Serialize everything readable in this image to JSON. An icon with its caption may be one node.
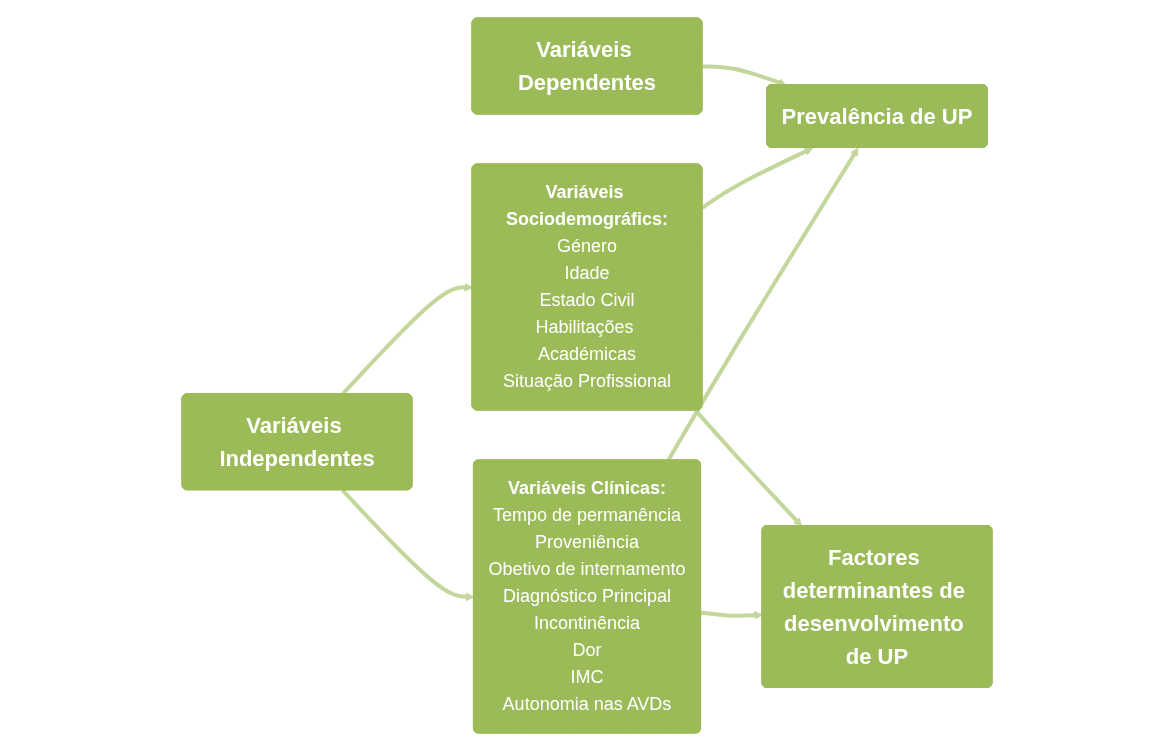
{
  "diagram": {
    "nodes": [
      {
        "text": [
          "Variáveis Sociodemográfics:",
          "Género",
          "Idade",
          "Estado Civil",
          "Habilitações Académicas",
          "Situação Profissional"
        ]
      },
      {
        "text": [
          "Variáveis Dependentes"
        ]
      },
      {
        "text": [
          "Prevalência de UP"
        ]
      },
      {
        "text": [
          "Factores determinantes de desenvolvimento de UP"
        ]
      },
      {
        "text": [
          "Variáveis Clínicas:",
          "Tempo de permanência",
          "Proveniência",
          "Obetivo de internamento",
          "Diagnóstico Principal",
          "Incontinência",
          "Dor",
          "IMC",
          "Autonomia nas AVDs"
        ]
      },
      {
        "text": [
          "Variáveis Independentes"
        ]
      }
    ],
    "edges": [
      {
        "from": 1,
        "to": 2,
        "arrow": "to"
      },
      {
        "from": 0,
        "to": 2,
        "arrow": "to"
      },
      {
        "from": 0,
        "to": 3,
        "arrow": "to"
      },
      {
        "from": 4,
        "to": 2,
        "arrow": "to"
      },
      {
        "from": 4,
        "to": 3,
        "arrow": "to"
      },
      {
        "from": 5,
        "to": 0,
        "arrow": "to"
      },
      {
        "from": 5,
        "to": 4,
        "arrow": "to"
      }
    ]
  }
}
